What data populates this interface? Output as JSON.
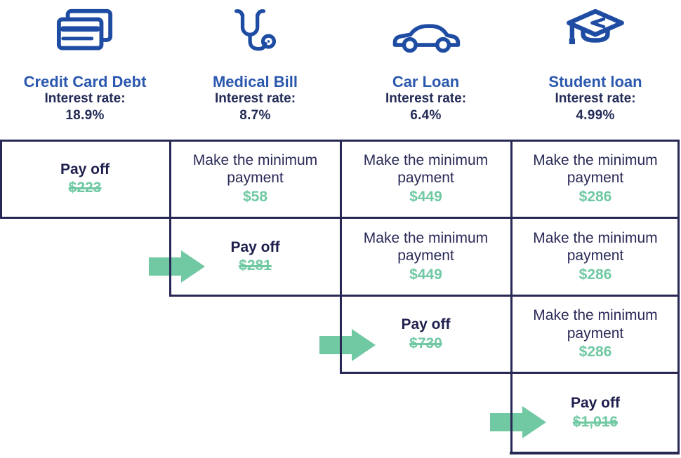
{
  "colors": {
    "icon_blue": "#1F4CA3",
    "title_blue": "#2B58AE",
    "navy_text": "#2A2A58",
    "table_border": "#282855",
    "green_accent": "#70C9A3"
  },
  "labels": {
    "pay_off": "Pay off",
    "minimum_payment": "Make the minimum payment"
  },
  "columns": [
    {
      "icon": "credit-cards-icon",
      "title": "Credit Card Debt",
      "rate_label": "Interest rate:",
      "rate_value": "18.9%"
    },
    {
      "icon": "stethoscope-icon",
      "title": "Medical Bill",
      "rate_label": "Interest rate:",
      "rate_value": "8.7%"
    },
    {
      "icon": "car-icon",
      "title": "Car Loan",
      "rate_label": "Interest rate:",
      "rate_value": "6.4%"
    },
    {
      "icon": "graduation-cap-icon",
      "title": "Student loan",
      "rate_label": "Interest rate:",
      "rate_value": "4.99%"
    }
  ],
  "plan": {
    "rows": [
      {
        "step": 1,
        "cells": [
          {
            "column": "Credit Card Debt",
            "action": "Pay off",
            "amount": "$223",
            "crossed_out": true,
            "arrow": false
          },
          {
            "column": "Medical Bill",
            "action": "Make the minimum payment",
            "amount": "$58",
            "crossed_out": false,
            "arrow": false
          },
          {
            "column": "Car Loan",
            "action": "Make the minimum payment",
            "amount": "$449",
            "crossed_out": false,
            "arrow": false
          },
          {
            "column": "Student loan",
            "action": "Make the minimum payment",
            "amount": "$286",
            "crossed_out": false,
            "arrow": false
          }
        ]
      },
      {
        "step": 2,
        "cells": [
          {
            "column": "Medical Bill",
            "action": "Pay off",
            "amount": "$281",
            "crossed_out": true,
            "arrow": true
          },
          {
            "column": "Car Loan",
            "action": "Make the minimum payment",
            "amount": "$449",
            "crossed_out": false,
            "arrow": false
          },
          {
            "column": "Student loan",
            "action": "Make the minimum payment",
            "amount": "$286",
            "crossed_out": false,
            "arrow": false
          }
        ]
      },
      {
        "step": 3,
        "cells": [
          {
            "column": "Car Loan",
            "action": "Pay off",
            "amount": "$730",
            "crossed_out": true,
            "arrow": true
          },
          {
            "column": "Student loan",
            "action": "Make the minimum payment",
            "amount": "$286",
            "crossed_out": false,
            "arrow": false
          }
        ]
      },
      {
        "step": 4,
        "cells": [
          {
            "column": "Student loan",
            "action": "Pay off",
            "amount": "$1,016",
            "crossed_out": true,
            "arrow": true
          }
        ]
      }
    ]
  }
}
